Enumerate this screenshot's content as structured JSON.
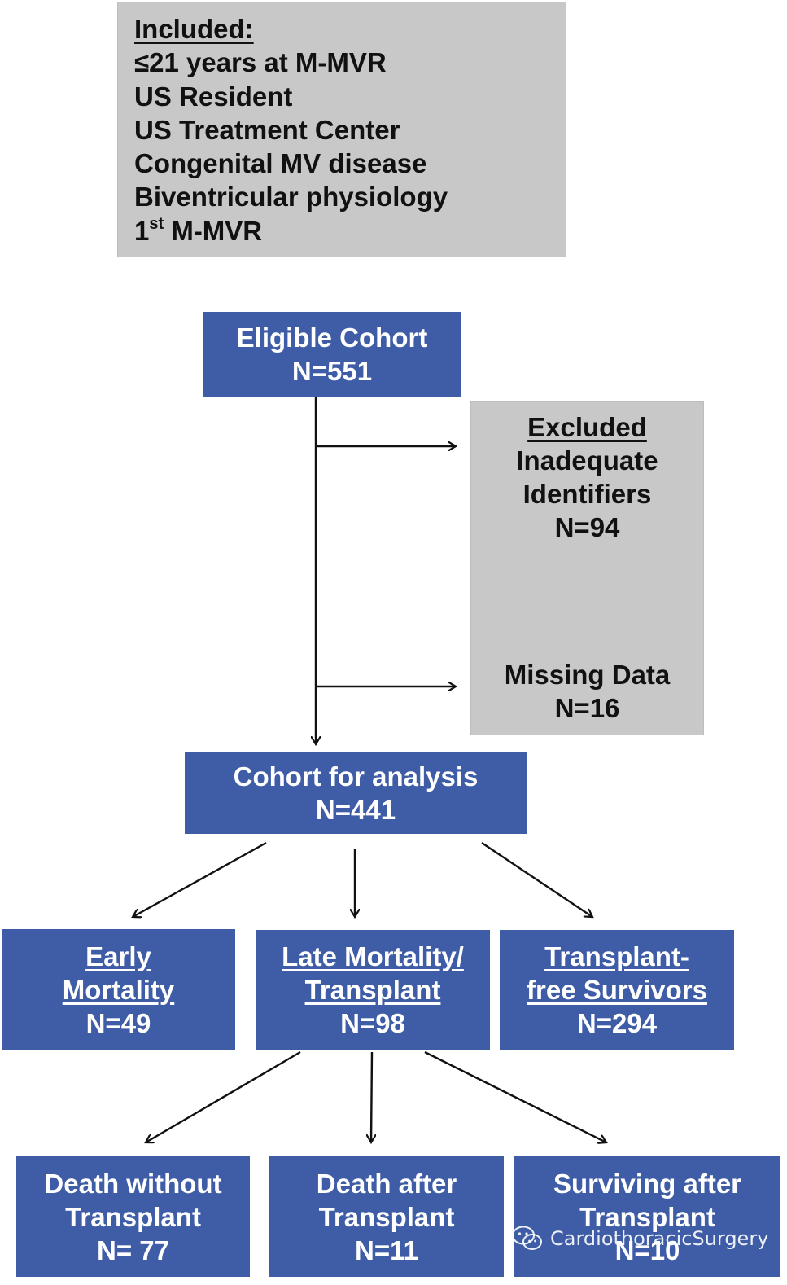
{
  "included": {
    "heading": "Included:",
    "lines": [
      "≤21 years at M-MVR",
      "US Resident",
      "US Treatment Center",
      "Congenital MV disease",
      "Biventricular physiology"
    ],
    "last_line_prefix": "1",
    "last_line_sup": "st",
    "last_line_suffix": " M-MVR"
  },
  "eligible": {
    "label": "Eligible Cohort",
    "count": "N=551"
  },
  "excluded": {
    "heading": "Excluded",
    "reason1_line1": "Inadequate",
    "reason1_line2": "Identifiers",
    "reason1_count": "N=94",
    "reason2_label": "Missing Data",
    "reason2_count": "N=16"
  },
  "analysis": {
    "label": "Cohort for analysis",
    "count": "N=441"
  },
  "groups": [
    {
      "line1": "Early",
      "line2": "Mortality",
      "count": "N=49"
    },
    {
      "line1": "Late Mortality/",
      "line2": "Transplant",
      "count": "N=98"
    },
    {
      "line1": "Transplant-",
      "line2": "free Survivors",
      "count": "N=294"
    }
  ],
  "outcomes": [
    {
      "line1": "Death without",
      "line2": "Transplant",
      "count": "N= 77"
    },
    {
      "line1": "Death after",
      "line2": "Transplant",
      "count": "N=11"
    },
    {
      "line1": "Surviving after",
      "line2": "Transplant",
      "count": "N=10"
    }
  ],
  "watermark": {
    "text": "CardiothoracicSurgery",
    "icon": "wechat-icon"
  },
  "colors": {
    "box_blue": "#3f5da6",
    "box_gray": "#c8c8c8"
  }
}
